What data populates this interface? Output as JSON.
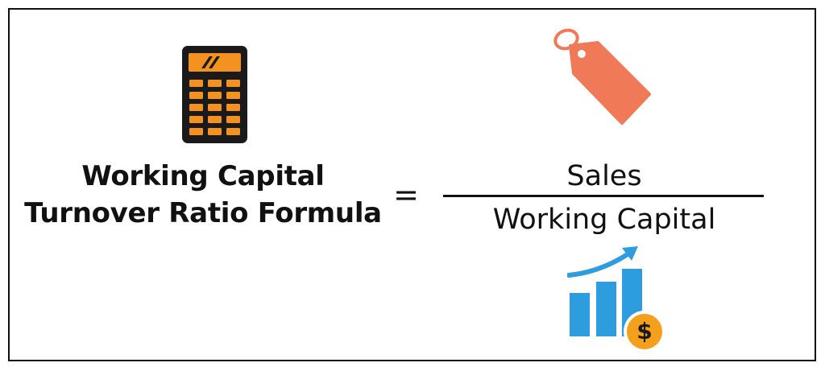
{
  "formula": {
    "title_line1": "Working Capital",
    "title_line2": "Turnover Ratio Formula",
    "operator": "=",
    "numerator": "Sales",
    "denominator": "Working Capital"
  },
  "icons": {
    "calculator": "calculator-icon",
    "price_tag": "price-tag-icon",
    "growth_chart": "growth-chart-dollar-icon",
    "currency_symbol": "$"
  },
  "colors": {
    "calculator_orange": "#f39220",
    "calculator_body": "#1a1a1a",
    "tag_salmon": "#f07a57",
    "chart_blue": "#2d9de0",
    "coin_orange": "#f5a01c"
  }
}
